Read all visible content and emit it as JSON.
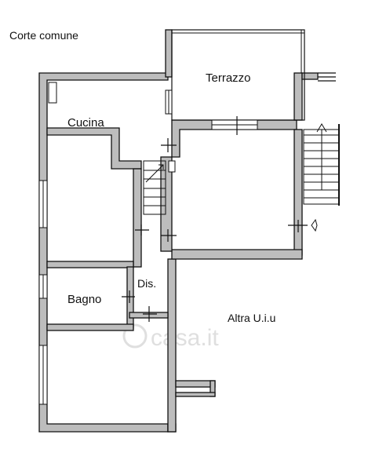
{
  "labels": {
    "corte_comune": "Corte comune",
    "terrazzo": "Terrazzo",
    "cucina": "Cucina",
    "bagno": "Bagno",
    "dis": "Dis.",
    "altra_uiu": "Altra U.i.u"
  },
  "watermark": "casa.it",
  "colors": {
    "wall_fill": "#bdbdbd",
    "line": "#111111",
    "watermark": "#d8d8d8"
  }
}
